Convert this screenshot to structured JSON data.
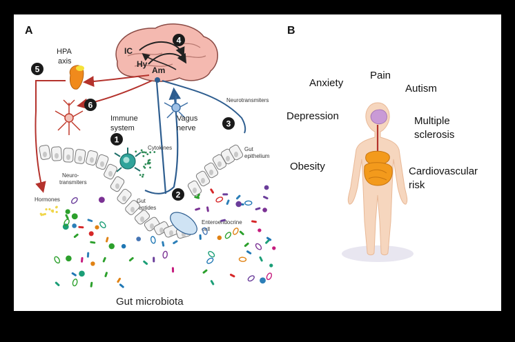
{
  "panels": {
    "a": "A",
    "b": "B"
  },
  "panel_a": {
    "brain": {
      "ic": "IC",
      "hy": "Hy",
      "am": "Am"
    },
    "badges": [
      "1",
      "2",
      "3",
      "4",
      "5",
      "6"
    ],
    "hpa_line1": "HPA",
    "hpa_line2": "axis",
    "immune_line1": "Immune",
    "immune_line2": "system",
    "cytokines": "Cytokines",
    "vagus_line1": "Vagus",
    "vagus_line2": "nerve",
    "neurotransmitters_top": "Neurotransmiters",
    "gut_epi_line1": "Gut",
    "gut_epi_line2": "epithelium",
    "neuro_line1": "Neuro-",
    "neuro_line2": "transmiters",
    "hormones": "Hormones",
    "gut_pep_line1": "Gut",
    "gut_pep_line2": "peptides",
    "entero_line1": "Enteroendocrine",
    "entero_line2": "cell",
    "microbiota": "Gut microbiota"
  },
  "panel_b": {
    "anxiety": "Anxiety",
    "pain": "Pain",
    "autism": "Autism",
    "depression": "Depression",
    "ms_line1": "Multiple",
    "ms_line2": "sclerosis",
    "obesity": "Obesity",
    "cv_line1": "Cardiovascular",
    "cv_line2": "risk"
  },
  "colors": {
    "brain": "#f4b9b0",
    "red_path": "#b4322c",
    "blue_path": "#2d5d8f",
    "immune_cell": "#2fa39a",
    "body": "#f6d6be",
    "gut_organ": "#f39a1c"
  }
}
